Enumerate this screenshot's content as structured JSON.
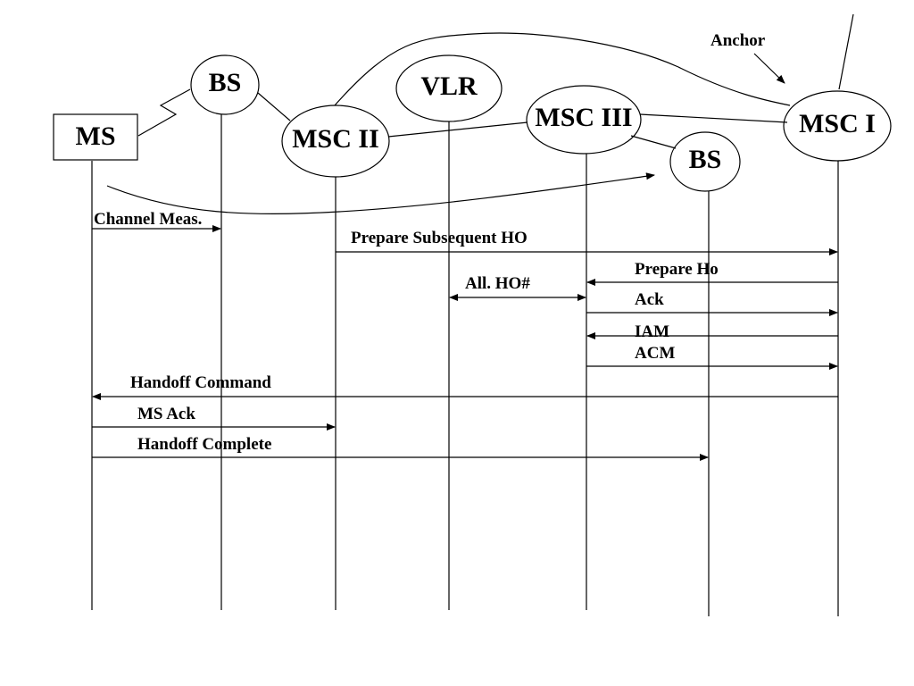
{
  "diagram": {
    "anchor_label": "Anchor",
    "nodes": {
      "ms": "MS",
      "bs_left": "BS",
      "msc_ii": "MSC II",
      "vlr": "VLR",
      "msc_iii": "MSC III",
      "bs_right": "BS",
      "msc_i": "MSC I"
    },
    "messages": {
      "channel_meas": "Channel Meas.",
      "prepare_subsequent_ho": "Prepare Subsequent HO",
      "prepare_ho": "Prepare Ho",
      "all_ho": "All. HO#",
      "ack": "Ack",
      "iam": "IAM",
      "acm": "ACM",
      "handoff_command": "Handoff Command",
      "ms_ack": "MS Ack",
      "handoff_complete": "Handoff Complete"
    }
  }
}
